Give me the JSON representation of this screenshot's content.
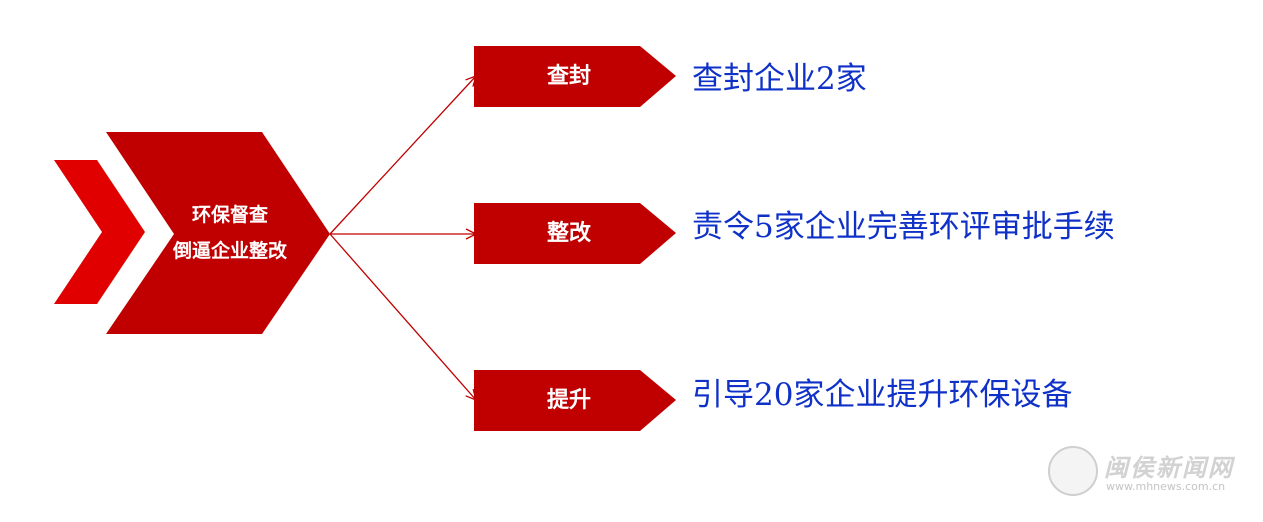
{
  "colors": {
    "red": "#c00000",
    "red_dark": "#b40000",
    "blue": "#0f31c8",
    "line": "#c00000"
  },
  "center": {
    "line1": "环保督查",
    "line2": "倒逼企业整改"
  },
  "branches": [
    {
      "tag": "查封",
      "desc": "查封企业2家"
    },
    {
      "tag": "整改",
      "desc": "责令5家企业完善环评审批手续"
    },
    {
      "tag": "提升",
      "desc": "引导20家企业提升环保设备"
    }
  ],
  "watermark": {
    "name": "闽侯新闻网",
    "url": "www.mhnews.com.cn"
  }
}
